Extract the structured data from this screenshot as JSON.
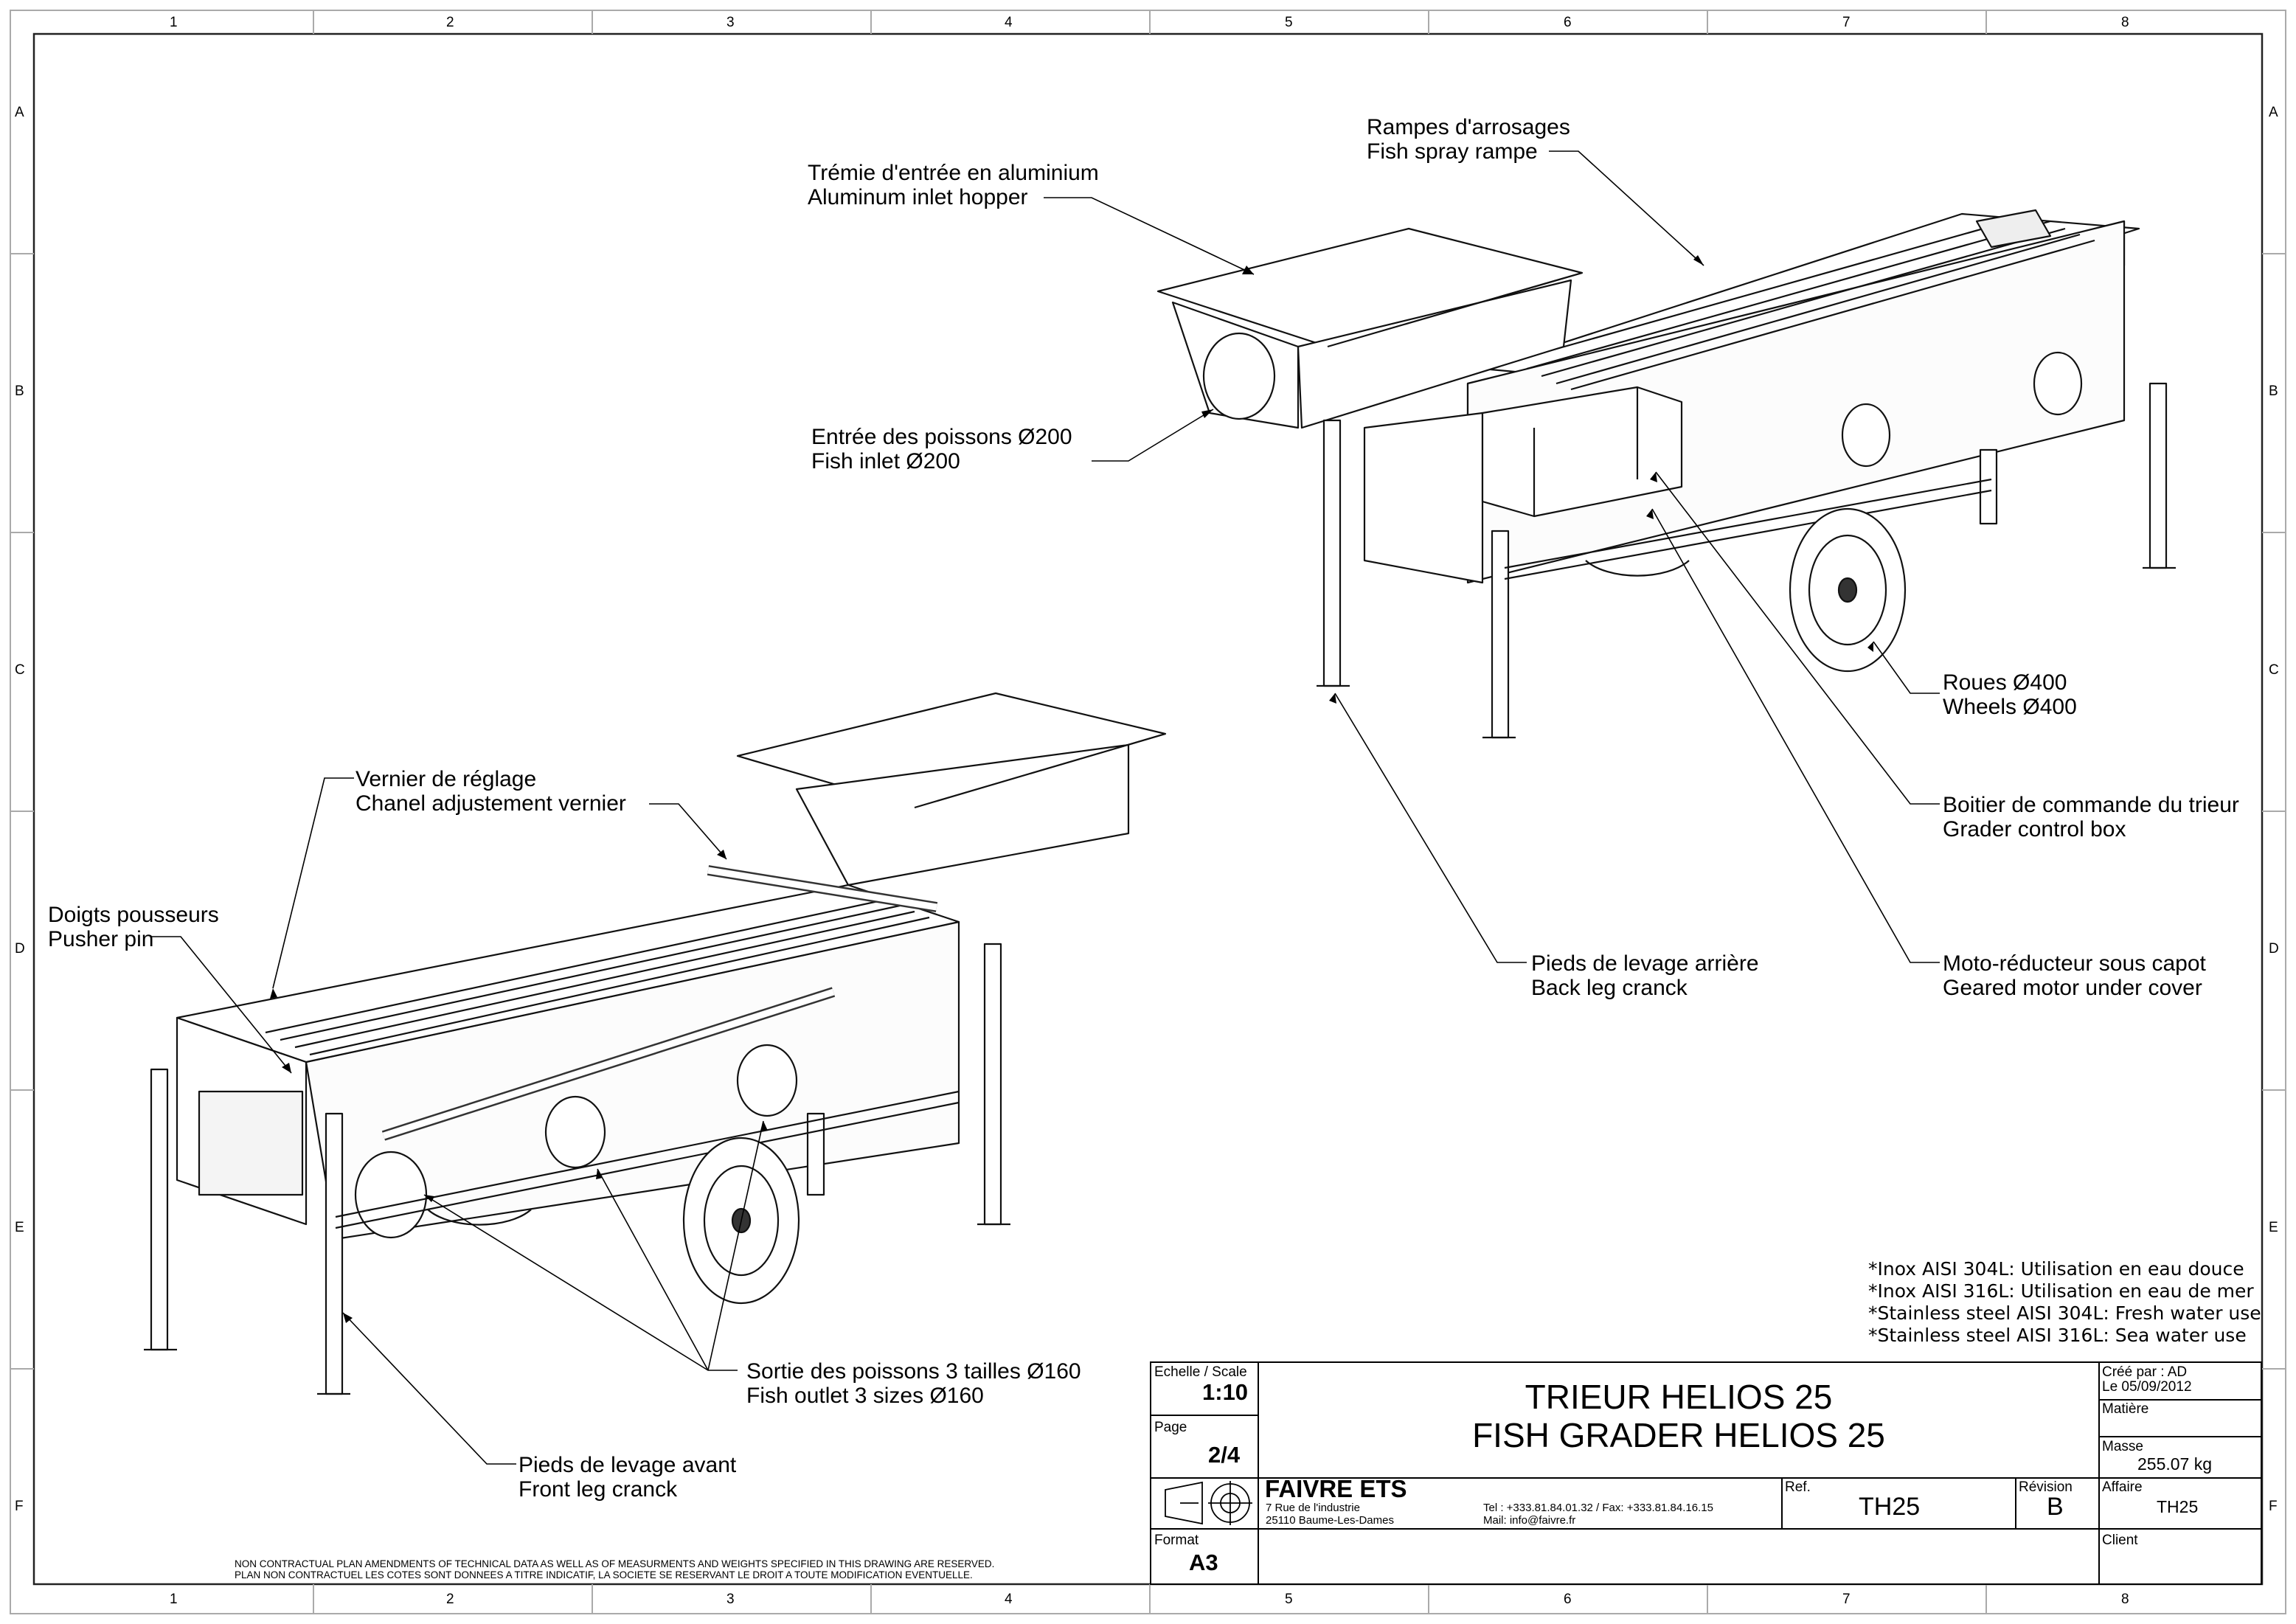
{
  "zones": {
    "columns": [
      "1",
      "2",
      "3",
      "4",
      "5",
      "6",
      "7",
      "8"
    ],
    "rows": [
      "A",
      "B",
      "C",
      "D",
      "E",
      "F"
    ]
  },
  "callouts": {
    "inlet_hopper": {
      "fr": "Trémie d'entrée en aluminium",
      "en": "Aluminum inlet hopper"
    },
    "spray_rampe": {
      "fr": "Rampes d'arrosages",
      "en": "Fish spray rampe"
    },
    "fish_inlet": {
      "fr": "Entrée des poissons Ø200",
      "en": "Fish inlet Ø200"
    },
    "wheels": {
      "fr": "Roues Ø400",
      "en": "Wheels Ø400"
    },
    "control_box": {
      "fr": "Boitier de commande du trieur",
      "en": "Grader control box"
    },
    "back_leg": {
      "fr": "Pieds de levage arrière",
      "en": "Back leg cranck"
    },
    "geared_motor": {
      "fr": "Moto-réducteur sous capot",
      "en": "Geared motor under cover"
    },
    "vernier": {
      "fr": "Vernier de réglage",
      "en": "Chanel adjustement vernier"
    },
    "pusher": {
      "fr": "Doigts pousseurs",
      "en": "Pusher pin"
    },
    "fish_outlet": {
      "fr": "Sortie des poissons 3 tailles Ø160",
      "en": "Fish outlet 3 sizes Ø160"
    },
    "front_leg": {
      "fr": "Pieds de levage avant",
      "en": "Front leg cranck"
    }
  },
  "notes": [
    "*Inox AISI 304L: Utilisation en eau douce",
    "*Inox AISI 316L: Utilisation en eau de mer",
    "*Stainless steel AISI 304L: Fresh water use",
    "*Stainless steel AISI 316L: Sea water use"
  ],
  "disclaimer": [
    "NON CONTRACTUAL PLAN AMENDMENTS OF TECHNICAL DATA AS WELL AS OF MEASURMENTS AND WEIGHTS SPECIFIED IN THIS DRAWING ARE RESERVED.",
    "PLAN NON CONTRACTUEL LES COTES SONT DONNEES A TITRE INDICATIF, LA SOCIETE SE RESERVANT LE DROIT A TOUTE MODIFICATION EVENTUELLE."
  ],
  "title_block": {
    "scale_label": "Echelle / Scale",
    "scale": "1:10",
    "page_label": "Page",
    "page": "2/4",
    "format_label": "Format",
    "format": "A3",
    "title_fr": "TRIEUR HELIOS 25",
    "title_en": "FISH GRADER HELIOS 25",
    "company": "FAIVRE ETS",
    "address1": "7 Rue de l'industrie",
    "address2": "25110 Baume-Les-Dames",
    "phone": "Tel : +333.81.84.01.32 / Fax: +333.81.84.16.15",
    "mail": "Mail: info@faivre.fr",
    "ref_label": "Ref.",
    "ref": "TH25",
    "revision_label": "Révision",
    "revision": "B",
    "created_by": "Créé par : AD",
    "created_on": "Le 05/09/2012",
    "matiere_label": "Matière",
    "masse_label": "Masse",
    "masse": "255.07 kg",
    "affaire_label": "Affaire",
    "affaire": "TH25",
    "client_label": "Client"
  }
}
